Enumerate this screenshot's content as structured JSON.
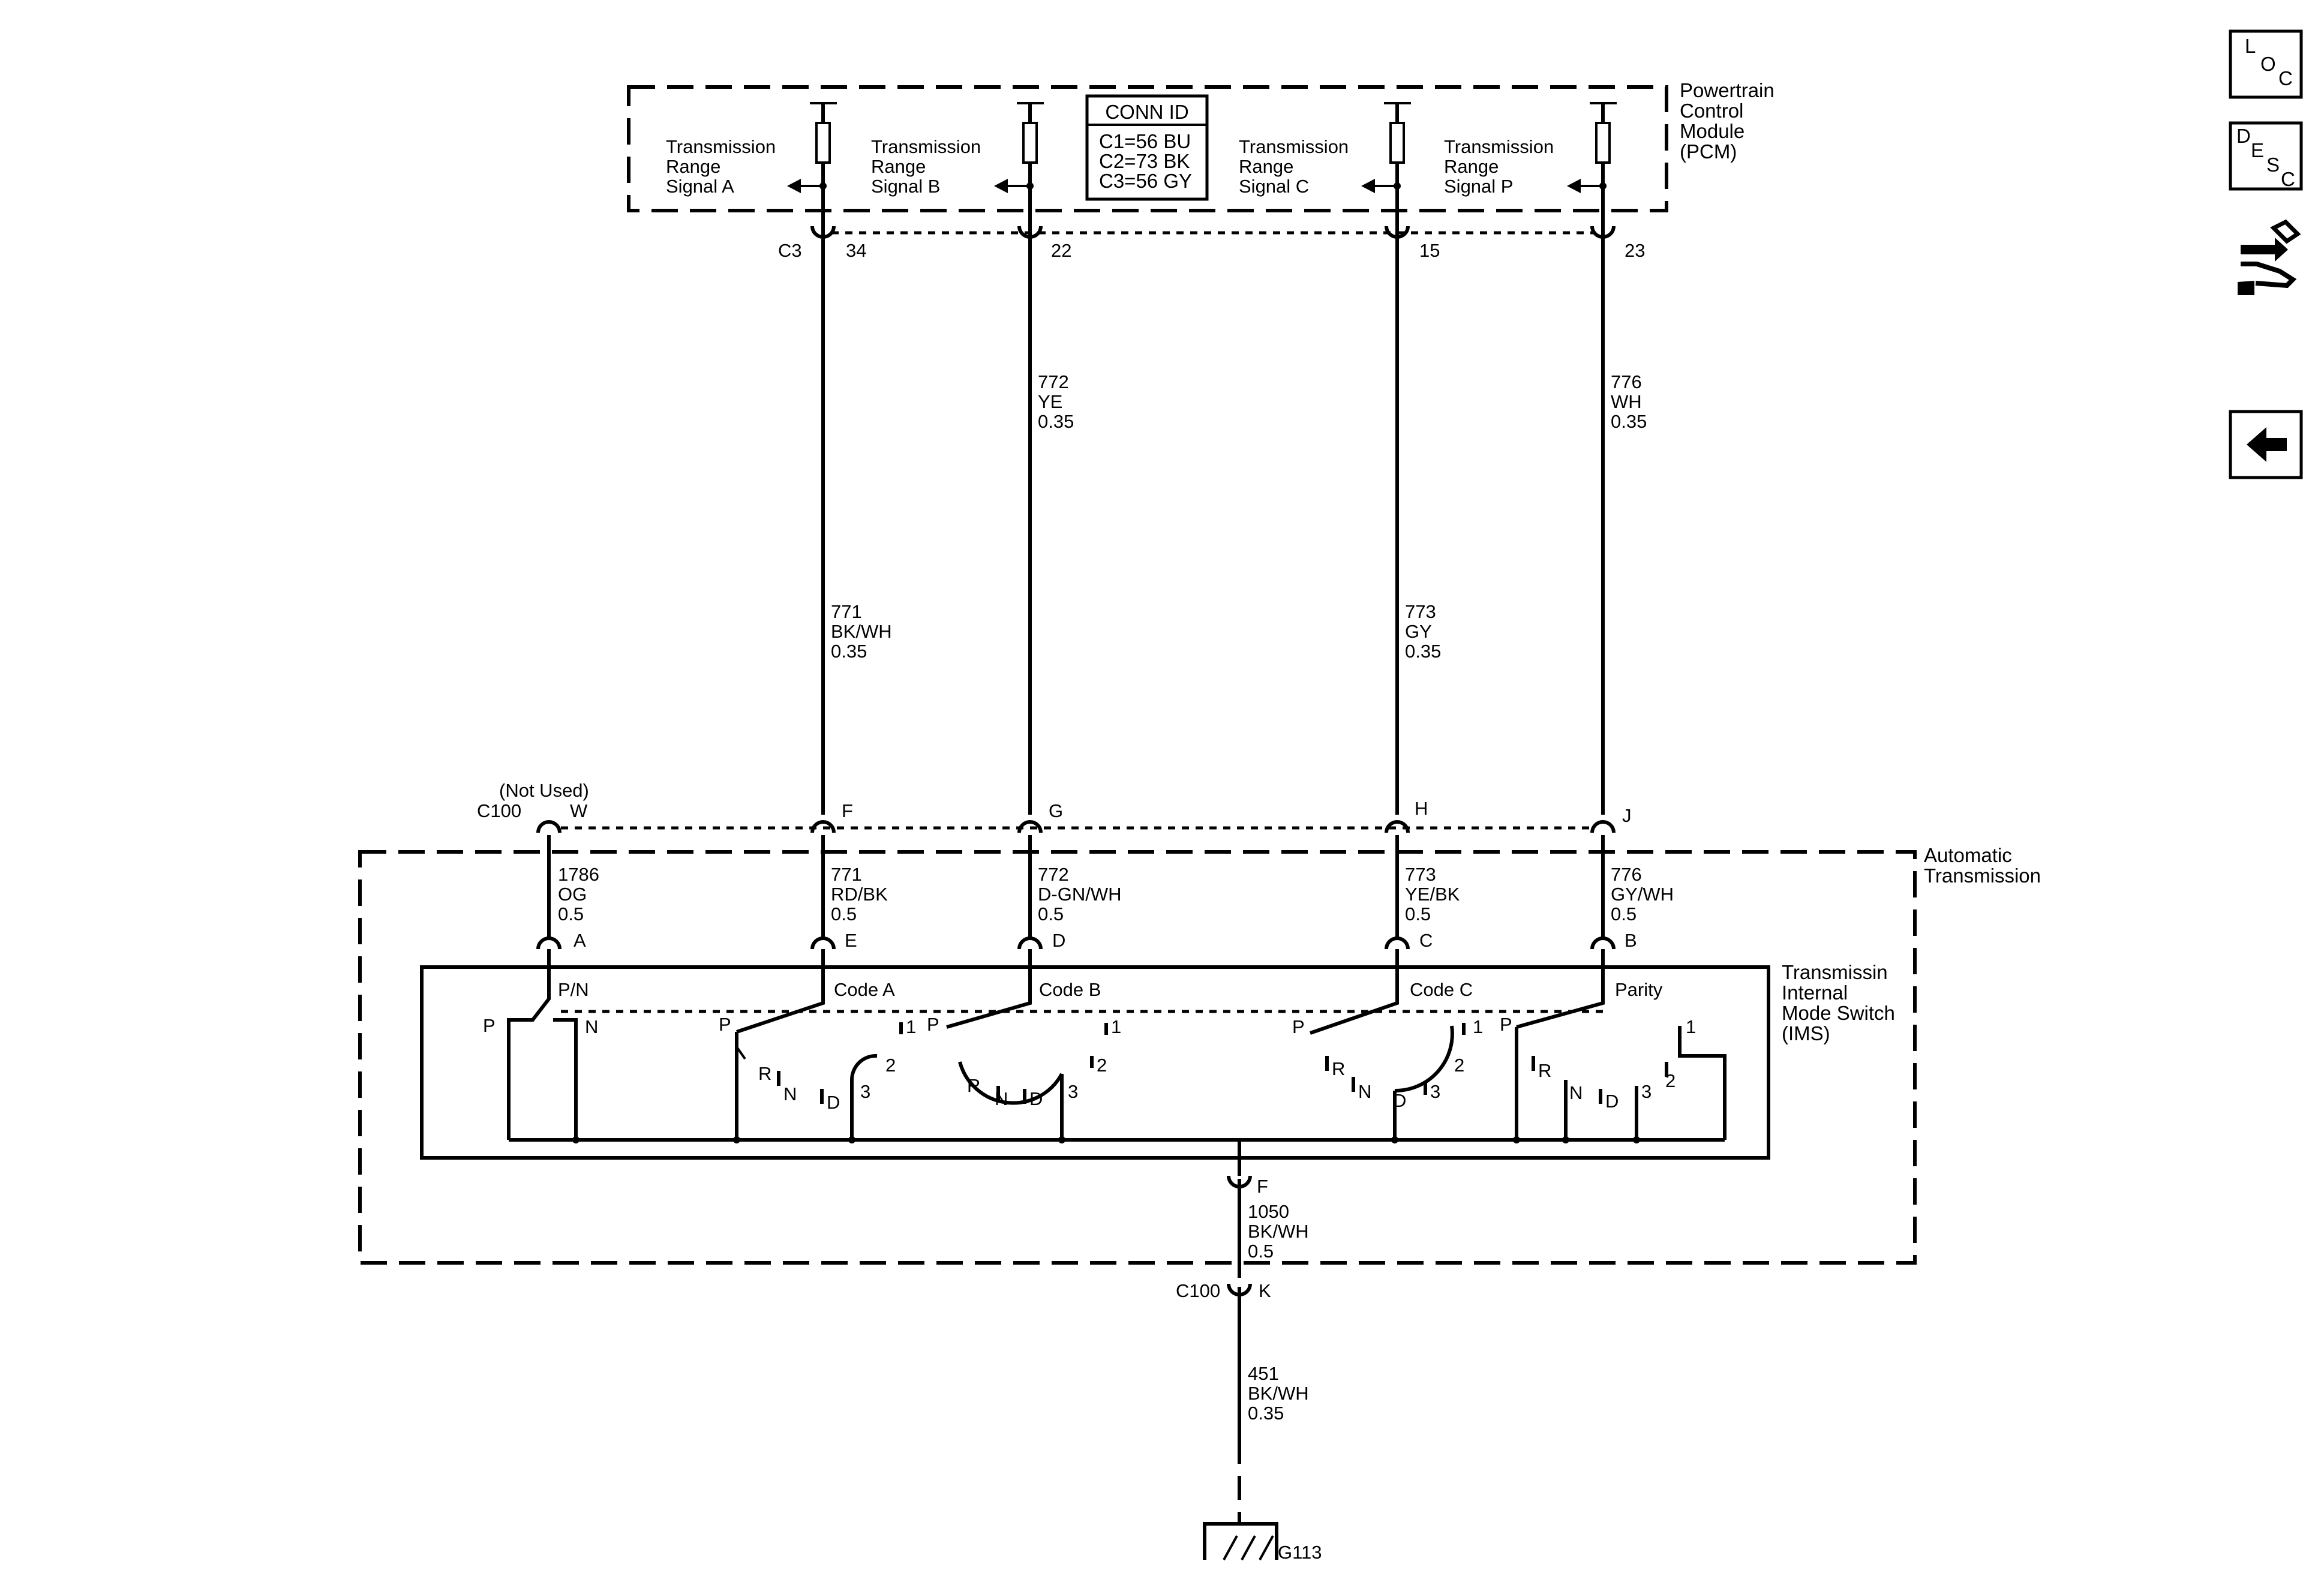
{
  "pcm": {
    "label": [
      "Powertrain",
      "Control",
      "Module",
      "(PCM)"
    ],
    "conn_id": {
      "title": "CONN ID",
      "lines": [
        "C1=56 BU",
        "C2=73 BK",
        "C3=56 GY"
      ]
    },
    "connector": "C3",
    "signals": [
      {
        "lines": [
          "Transmission",
          "Range",
          "Signal A"
        ],
        "pin": "34"
      },
      {
        "lines": [
          "Transmission",
          "Range",
          "Signal B"
        ],
        "pin": "22"
      },
      {
        "lines": [
          "Transmission",
          "Range",
          "Signal C"
        ],
        "pin": "15"
      },
      {
        "lines": [
          "Transmission",
          "Range",
          "Signal P"
        ],
        "pin": "23"
      }
    ]
  },
  "upper_wires": [
    {
      "lines": [
        "771",
        "BK/WH",
        "0.35"
      ]
    },
    {
      "lines": [
        "772",
        "YE",
        "0.35"
      ]
    },
    {
      "lines": [
        "773",
        "GY",
        "0.35"
      ]
    },
    {
      "lines": [
        "776",
        "WH",
        "0.35"
      ]
    }
  ],
  "c100": {
    "name": "C100",
    "not_used": "(Not Used)",
    "pins": [
      "W",
      "F",
      "G",
      "H",
      "J"
    ],
    "ground_pin": "K"
  },
  "auto_trans": {
    "label": [
      "Automatic",
      "Transmission"
    ]
  },
  "lower_wires": [
    {
      "lines": [
        "1786",
        "OG",
        "0.5"
      ],
      "pin": "A"
    },
    {
      "lines": [
        "771",
        "RD/BK",
        "0.5"
      ],
      "pin": "E"
    },
    {
      "lines": [
        "772",
        "D-GN/WH",
        "0.5"
      ],
      "pin": "D"
    },
    {
      "lines": [
        "773",
        "YE/BK",
        "0.5"
      ],
      "pin": "C"
    },
    {
      "lines": [
        "776",
        "GY/WH",
        "0.5"
      ],
      "pin": "B"
    }
  ],
  "ims": {
    "label": [
      "Transmissin",
      "Internal",
      "Mode Switch",
      "(IMS)"
    ],
    "sections": [
      "P/N",
      "Code A",
      "Code B",
      "Code C",
      "Parity"
    ],
    "pn_positions": [
      "P",
      "N"
    ],
    "code_a_positions": [
      "P",
      "R",
      "N",
      "D",
      "1",
      "2",
      "3"
    ],
    "code_b_positions": [
      "P",
      "R",
      "N",
      "D",
      "1",
      "2",
      "3"
    ],
    "code_c_positions": [
      "P",
      "R",
      "N",
      "D",
      "1",
      "2",
      "3"
    ],
    "parity_positions": [
      "P",
      "R",
      "N",
      "D",
      "3",
      "2",
      "1"
    ],
    "ground_pin": "F"
  },
  "ground_wire_ims": {
    "lines": [
      "1050",
      "BK/WH",
      "0.5"
    ]
  },
  "ground_wire": {
    "lines": [
      "451",
      "BK/WH",
      "0.35"
    ]
  },
  "ground": {
    "name": "G113"
  },
  "nav": {
    "loc_icon": [
      "L",
      "O",
      "C"
    ],
    "desc_icon": [
      "D",
      "E",
      "S",
      "C"
    ]
  }
}
